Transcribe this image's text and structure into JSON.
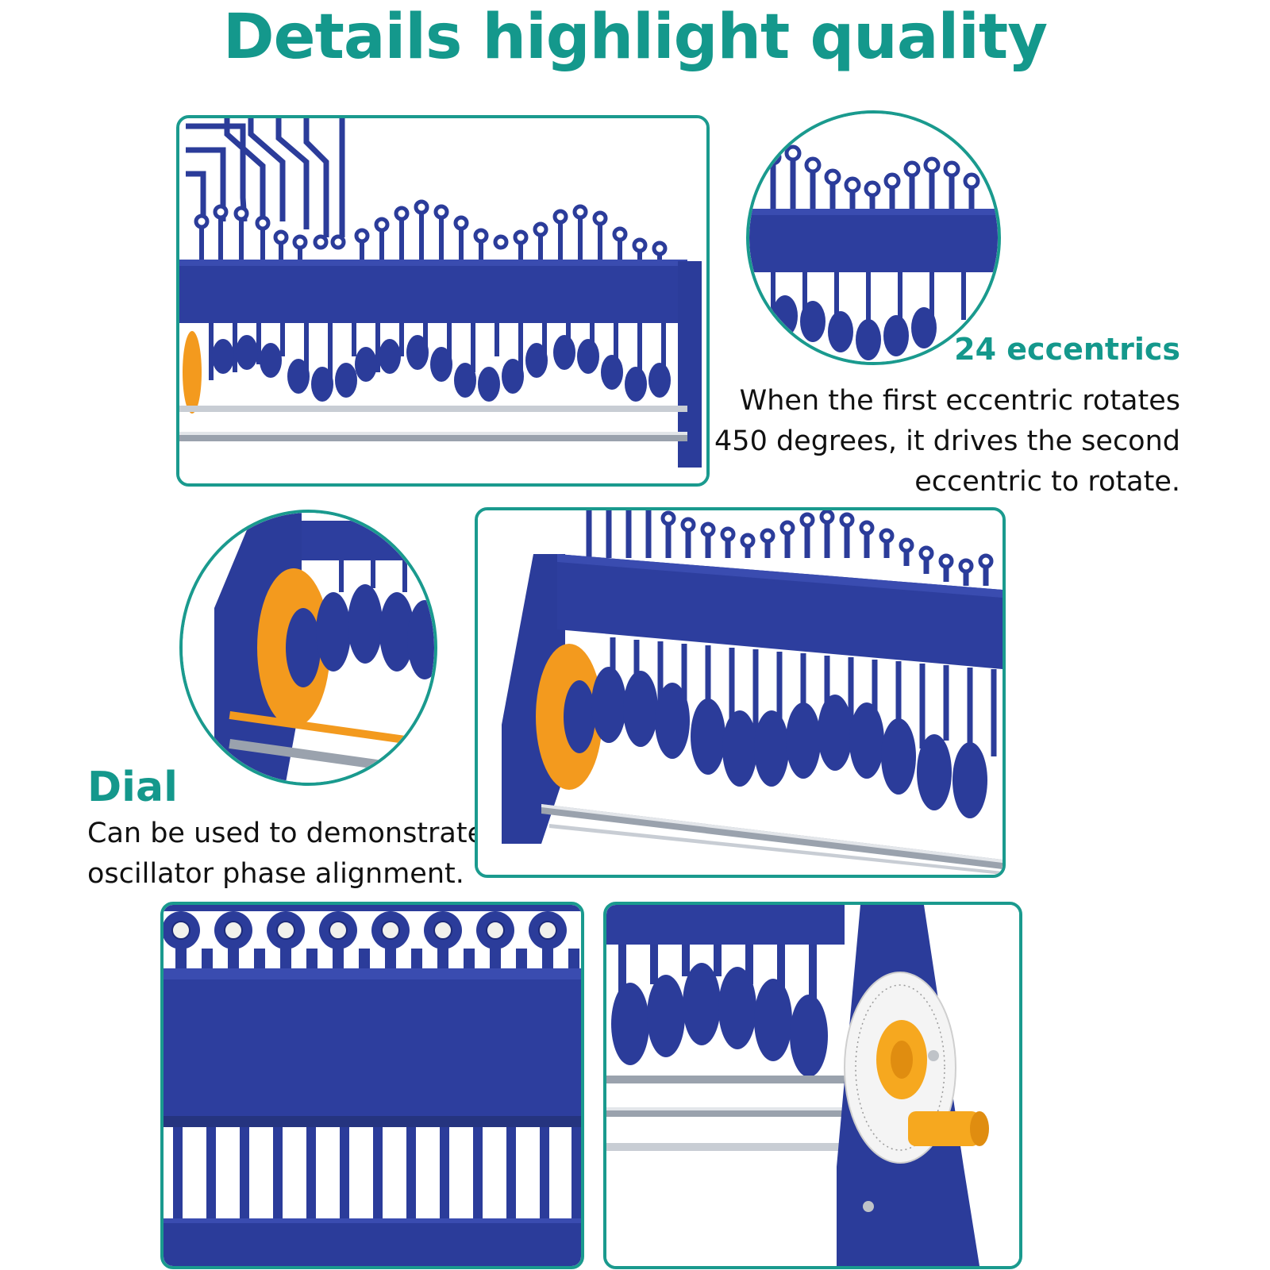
{
  "title": "Details highlight quality",
  "eccentrics": {
    "heading": "24 eccentrics",
    "lines": [
      "When the first eccentric rotates",
      "450 degrees, it drives the second",
      "eccentric to rotate."
    ]
  },
  "dial": {
    "heading": "Dial",
    "lines": [
      "Can be used to demonstrate",
      "oscillator phase alignment."
    ]
  },
  "colors": {
    "accent": "#14988c",
    "plastic": "#2b3c9a",
    "dial_orange": "#f39a1e",
    "text": "#111111"
  }
}
